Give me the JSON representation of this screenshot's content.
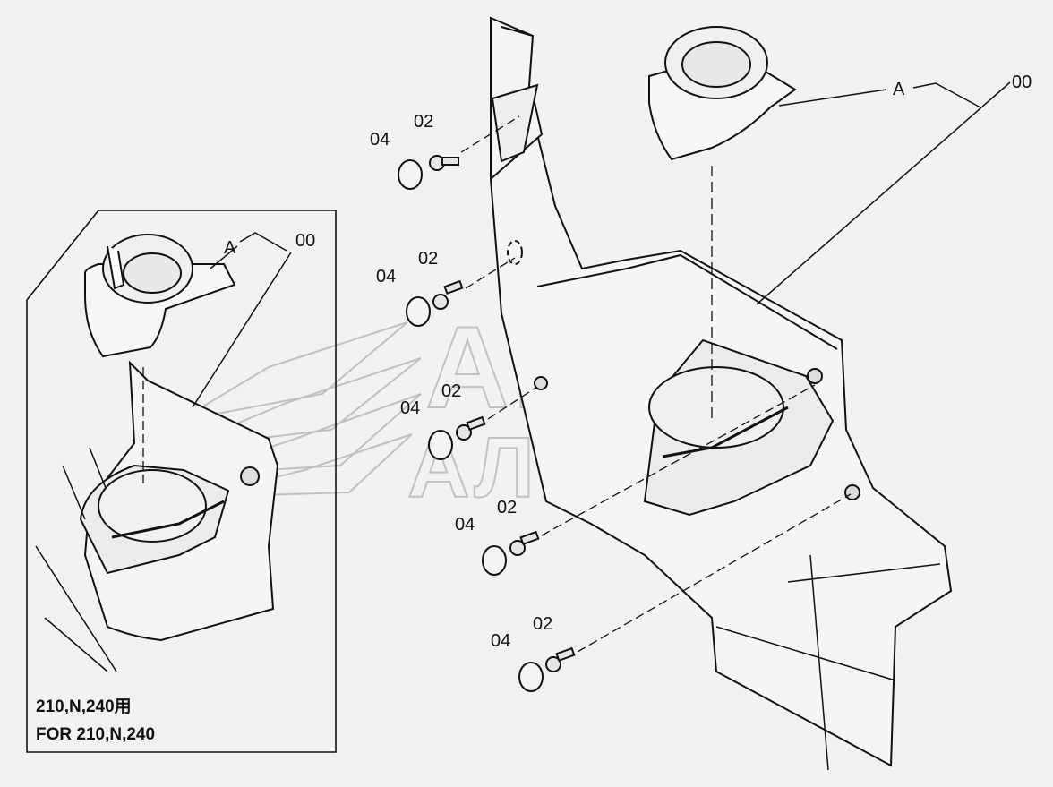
{
  "diagram": {
    "callouts": {
      "assembly": "00",
      "detail": "A",
      "screw": "02",
      "cap": "04"
    },
    "inset_note": {
      "line1": "210,N,240用",
      "line2": "FOR 210,N,240"
    },
    "watermark": {
      "line1": "АВТО",
      "line2": "АЛЬЯНС"
    }
  }
}
